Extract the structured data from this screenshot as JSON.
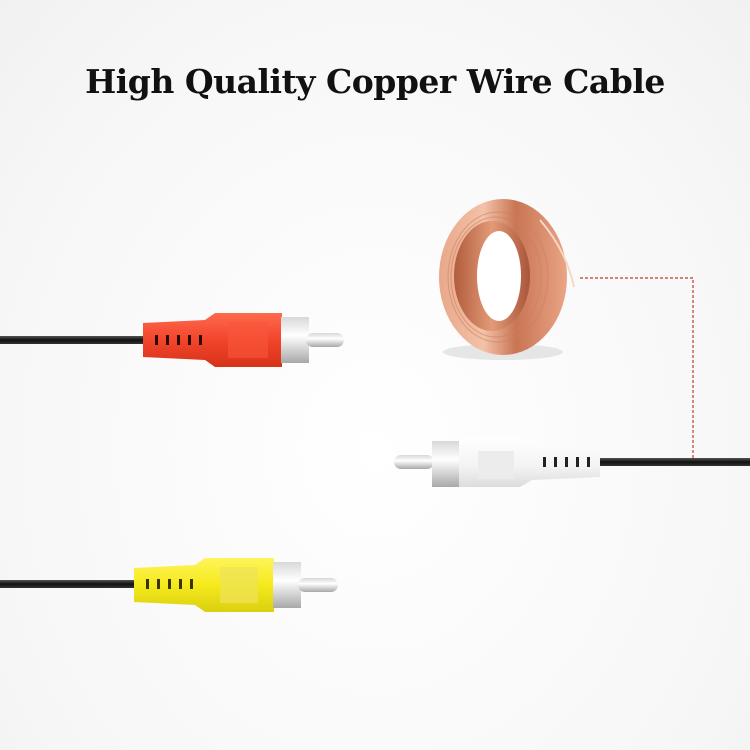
{
  "title": "High Quality Copper Wire Cable",
  "objects": {
    "copper_coil": {
      "label": "copper-wire-coil",
      "color": "#d9906f"
    },
    "red_plug": {
      "label": "red-rca-plug",
      "color": "#f2452c"
    },
    "yellow_plug": {
      "label": "yellow-rca-plug",
      "color": "#f5ea1c"
    },
    "white_plug": {
      "label": "white-rca-plug",
      "color": "#f4f4f4"
    },
    "callout_line": {
      "label": "red-dashed-callout",
      "color": "#c0392b"
    },
    "cable": {
      "color": "#1c1c1c"
    }
  }
}
